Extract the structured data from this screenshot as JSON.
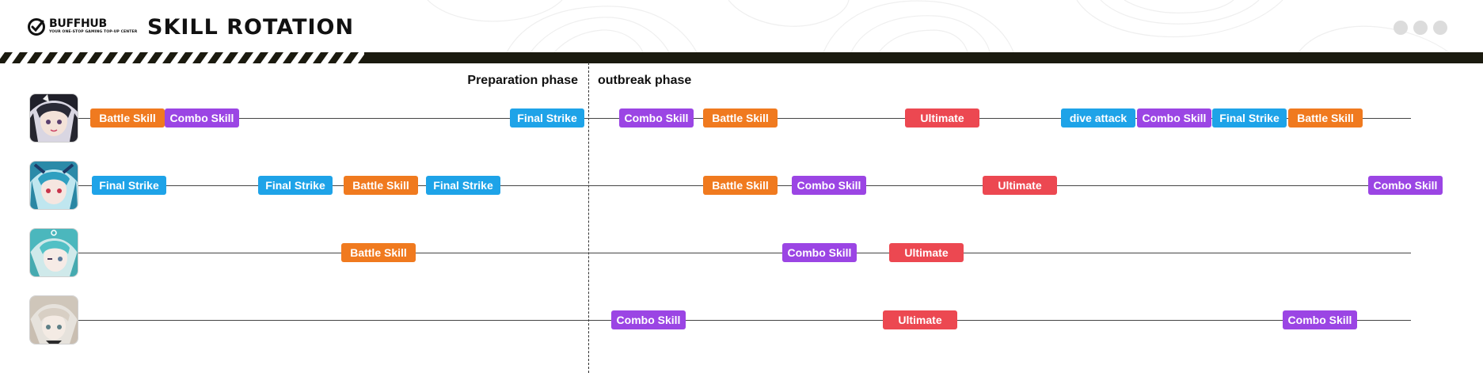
{
  "brand": {
    "name": "BUFFHUB",
    "tagline": "YOUR ONE-STOP GAMING TOP-UP CENTER"
  },
  "title": "SKILL ROTATION",
  "phases": {
    "preparation": "Preparation phase",
    "outbreak": "outbreak phase"
  },
  "colors": {
    "battle_skill": "#f07a1f",
    "combo_skill": "#9b45e4",
    "final_strike": "#1ea3e8",
    "ultimate": "#ec4851",
    "dive_attack": "#1ea3e8"
  },
  "lanes": [
    {
      "avatar": "character-1-portrait",
      "skills": [
        "Battle Skill",
        "Combo Skill",
        "Final Strike",
        "Combo Skill",
        "Battle Skill",
        "Ultimate",
        "dive attack",
        "Combo Skill",
        "Final Strike",
        "Battle Skill"
      ]
    },
    {
      "avatar": "character-2-portrait",
      "skills": [
        "Final Strike",
        "Final Strike",
        "Battle Skill",
        "Final Strike",
        "Battle Skill",
        "Combo Skill",
        "Ultimate",
        "Combo Skill"
      ]
    },
    {
      "avatar": "character-3-portrait",
      "skills": [
        "Battle Skill",
        "Combo Skill",
        "Ultimate"
      ]
    },
    {
      "avatar": "character-4-portrait",
      "skills": [
        "Combo Skill",
        "Ultimate",
        "Combo Skill"
      ]
    }
  ]
}
